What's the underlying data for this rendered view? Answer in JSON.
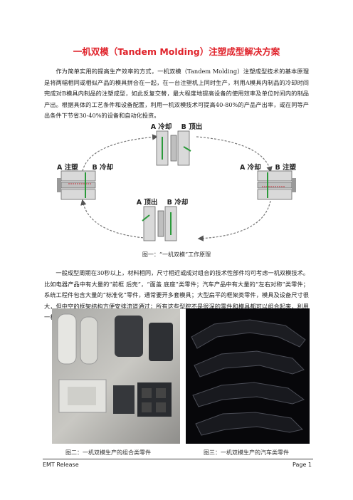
{
  "document": {
    "title": "一机双模（Tandem Molding）注塑成型解决方案",
    "paragraph1": "作为简单实用的提高生产效率的方式，一机双模（Tandem Molding）注塑成型技术的基本原理是将两幅相同或相似产品的模具拼合在一起，在一台注塑机上同时生产，利用A模具内制品的冷却时间完成对B模具内制品的注塑成型，如此反复交替，最大程度地提高设备的使用效率及单位时间内的制品产出。根据具体的工艺条件和设备配置，利用一机双模技术可提高40-80%的产品产出率，或在同等产出条件下节省30-40%的设备和自动化投资。",
    "paragraph2": "一般成型周期在30秒以上，材料相同，尺寸相近或成对组合的技术性部件均可考虑一机双模技术。比如电器产品中有大量的“前框 后壳”，“面盖 底座”类零件；汽车产品中有大量的“左右对称”类零件；系统工程件包含大量的“标准化”零件，通常要开多套模具；大型扁平的框架类零件，模具及设备尺寸很大，但中空的框架结构方便安排流道通过；所有这些型腔不是很深的零件和模具都可以组合起来，利用一机双模技术，提高生产效率。",
    "figure1_caption": "图一：“一机双模”工作原理",
    "figure2_caption": "图二：一机双模生产的组合类零件",
    "figure3_caption": "图三：一机双模生产的汽车类零件"
  },
  "diagram": {
    "top_label": "A 冷却    B 顶出",
    "left_label": "A 注塑      B 冷却",
    "right_label": "A 冷却      B 注塑",
    "bottom_label": "A 顶出    B 冷却"
  },
  "footer": {
    "left": "EMT Release",
    "right": "Page 1"
  }
}
